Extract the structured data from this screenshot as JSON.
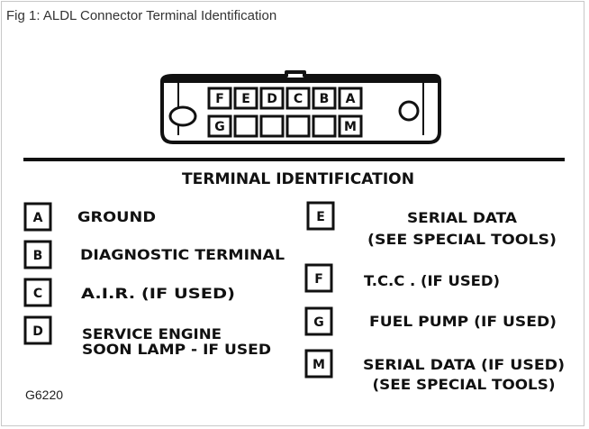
{
  "figure": {
    "title": "Fig 1: ALDL Connector Terminal Identification",
    "code": "G6220"
  },
  "connector": {
    "top_row": [
      "F",
      "E",
      "D",
      "C",
      "B",
      "A"
    ],
    "bottom_row": [
      "G",
      "",
      "",
      "",
      "",
      "M"
    ]
  },
  "heading": "TERMINAL IDENTIFICATION",
  "terminals_left": [
    {
      "letter": "A",
      "lines": [
        "GROUND"
      ]
    },
    {
      "letter": "B",
      "lines": [
        "DIAGNOSTIC TERMINAL"
      ]
    },
    {
      "letter": "C",
      "lines": [
        "A.I.R. (IF USED)"
      ]
    },
    {
      "letter": "D",
      "lines": [
        "SERVICE ENGINE",
        "SOON LAMP - IF USED"
      ]
    }
  ],
  "terminals_right": [
    {
      "letter": "E",
      "lines": [
        "SERIAL DATA",
        "(SEE SPECIAL TOOLS)"
      ]
    },
    {
      "letter": "F",
      "lines": [
        "T.C.C . (IF USED)"
      ]
    },
    {
      "letter": "G",
      "lines": [
        "FUEL PUMP  (IF USED)"
      ]
    },
    {
      "letter": "M",
      "lines": [
        "SERIAL DATA (IF USED)",
        "(SEE SPECIAL TOOLS)"
      ]
    }
  ]
}
